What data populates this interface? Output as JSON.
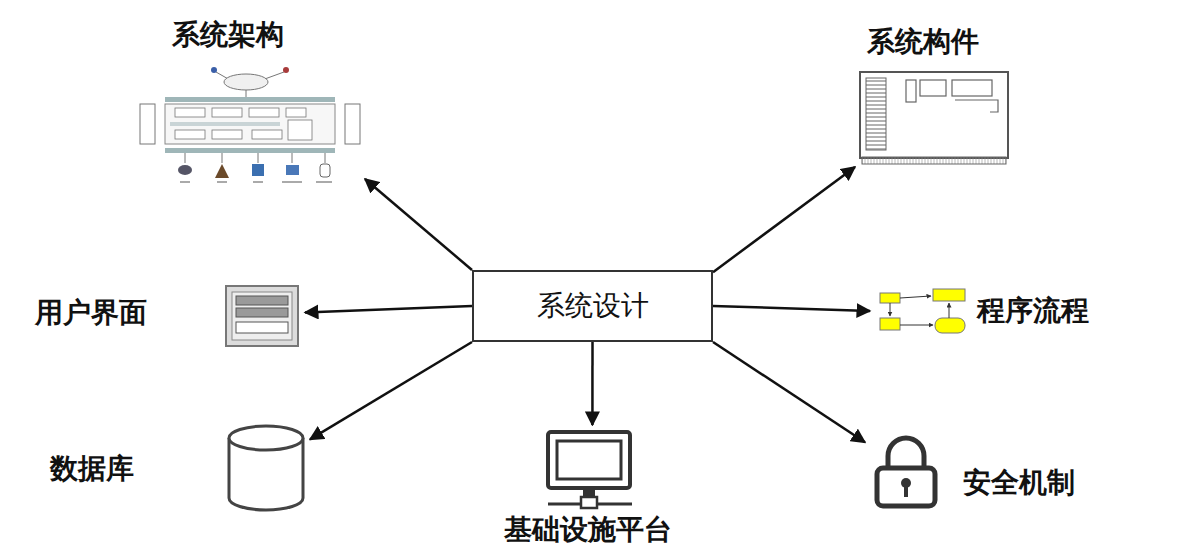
{
  "diagram": {
    "nodes": [
      {
        "text": [
          "系统设计"
        ]
      },
      {
        "text": [
          "系统架构"
        ]
      },
      {
        "text": [
          "系统构件"
        ]
      },
      {
        "text": [
          "用户界面"
        ]
      },
      {
        "text": [
          "程序流程"
        ]
      },
      {
        "text": [
          "数据库"
        ]
      },
      {
        "text": [
          "基础设施平台"
        ]
      },
      {
        "text": [
          "安全机制"
        ]
      }
    ],
    "edges": [
      {
        "from": 0,
        "to": 1,
        "arrow": "to"
      },
      {
        "from": 0,
        "to": 2,
        "arrow": "to"
      },
      {
        "from": 0,
        "to": 3,
        "arrow": "to"
      },
      {
        "from": 0,
        "to": 4,
        "arrow": "to"
      },
      {
        "from": 0,
        "to": 5,
        "arrow": "to"
      },
      {
        "from": 0,
        "to": 6,
        "arrow": "to"
      },
      {
        "from": 0,
        "to": 7,
        "arrow": "to"
      }
    ]
  }
}
